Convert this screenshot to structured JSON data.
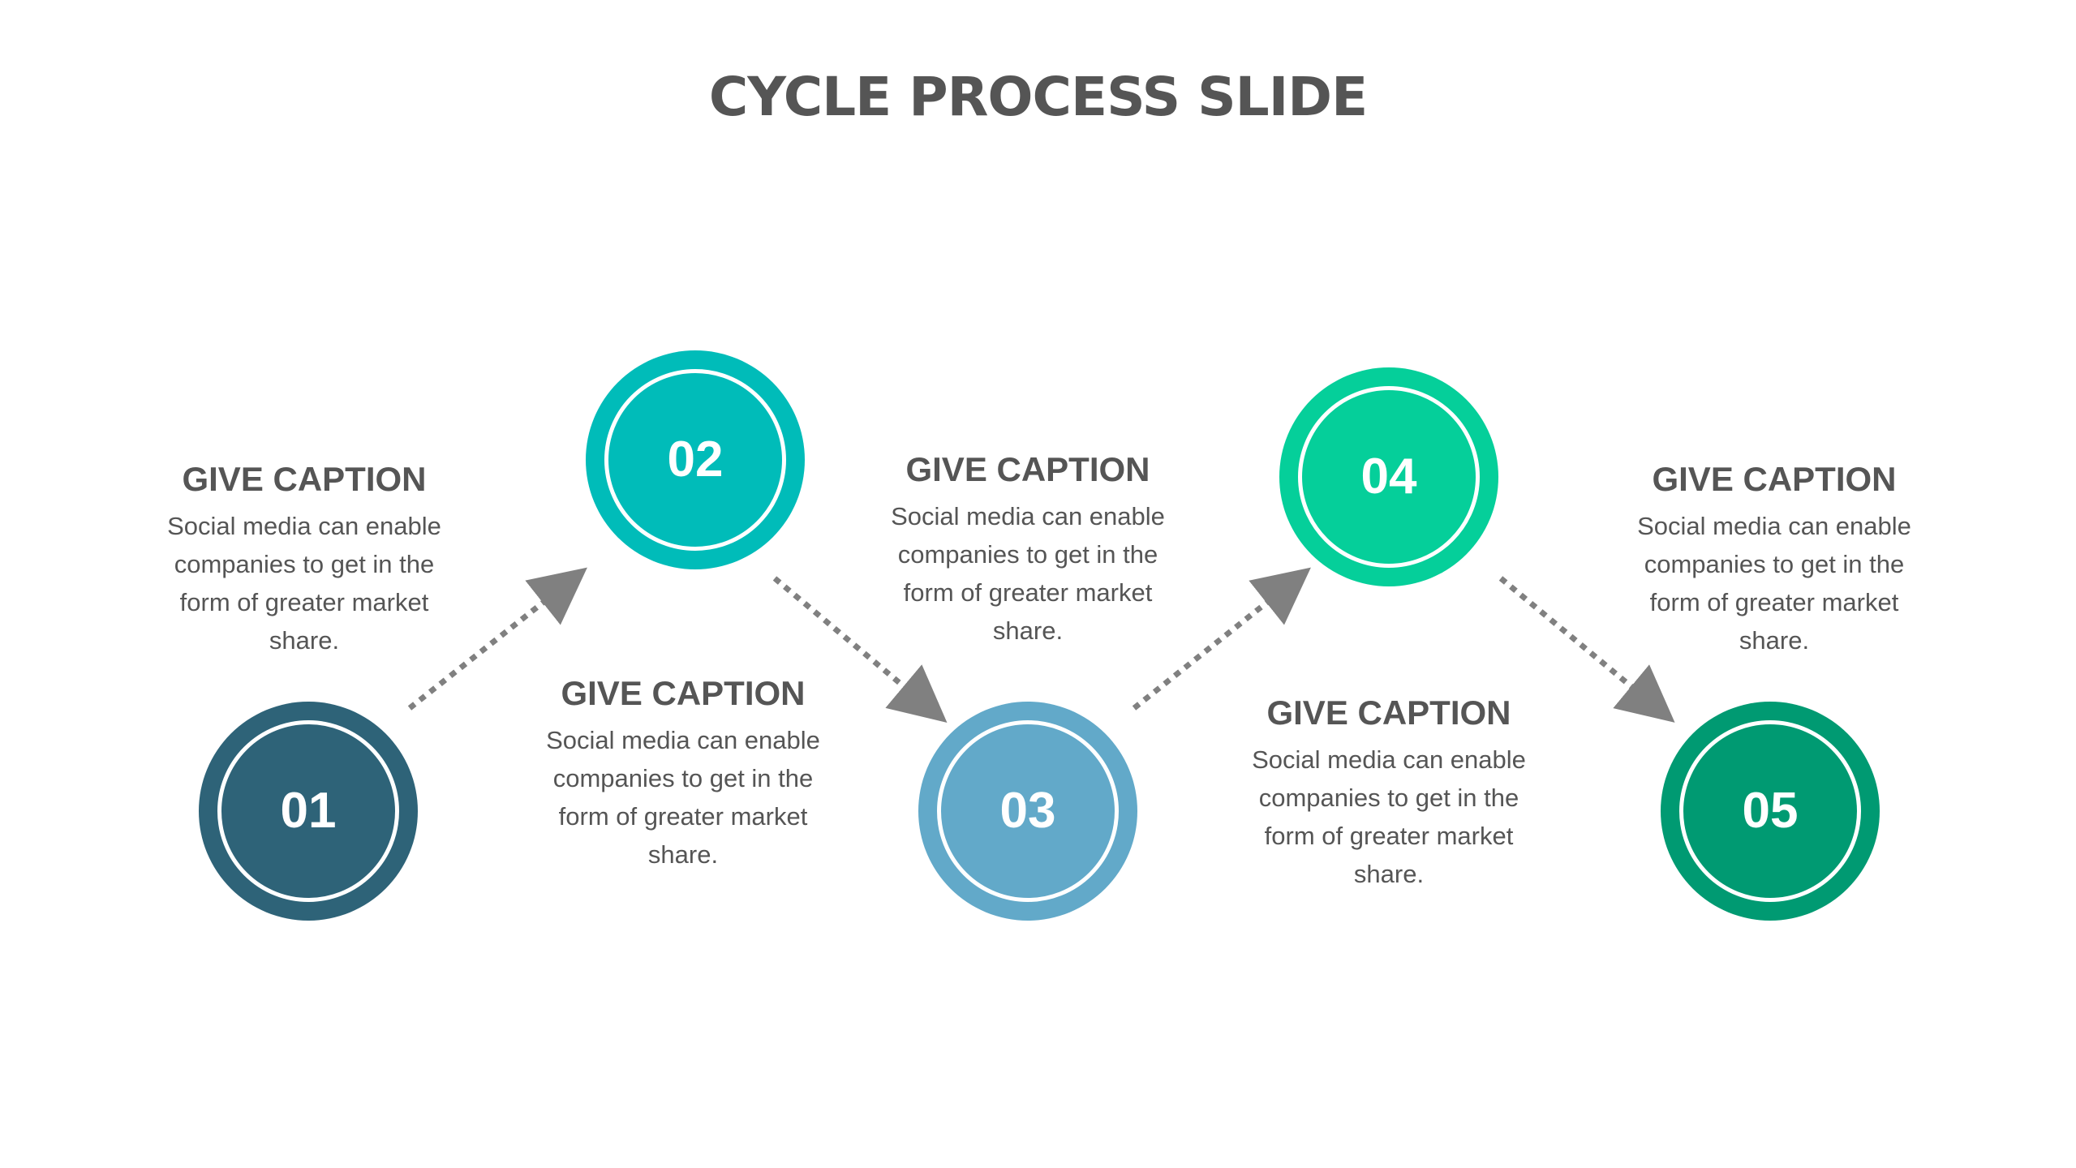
{
  "title": "CYCLE PROCESS SLIDE",
  "steps": [
    {
      "number": "01",
      "color": "#2e6378"
    },
    {
      "number": "02",
      "color": "#00bcb9"
    },
    {
      "number": "03",
      "color": "#62a9c9"
    },
    {
      "number": "04",
      "color": "#05cf9a"
    },
    {
      "number": "05",
      "color": "#009a72"
    }
  ],
  "captions": [
    {
      "title": "GIVE CAPTION",
      "text": "Social media can enable companies to get in the form of greater market share."
    },
    {
      "title": "GIVE CAPTION",
      "text": "Social media can enable companies to get in the form of greater market share."
    },
    {
      "title": "GIVE CAPTION",
      "text": "Social media can enable companies to get in the form of greater market share."
    },
    {
      "title": "GIVE CAPTION",
      "text": "Social media can enable companies to get in the form of greater market share."
    },
    {
      "title": "GIVE CAPTION",
      "text": "Social media can enable companies to get in the form of greater market share."
    }
  ],
  "colors": {
    "text": "#555555",
    "arrow": "#808080",
    "background": "#ffffff"
  }
}
